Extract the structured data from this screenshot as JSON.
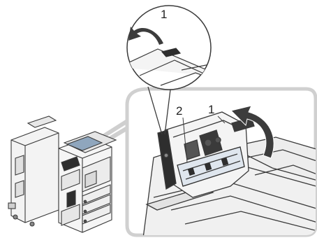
{
  "callouts": {
    "zoom_top_label": "1",
    "detail_arrow_label": "1",
    "detail_cover_label": "2"
  },
  "colors": {
    "line": "#3a3a3a",
    "machine_fill": "#f2f2f2",
    "machine_shade": "#dcdcdc",
    "dark_part": "#2e2e2e",
    "arrow": "#3c3c3c",
    "frame_stroke": "#d0d0d0",
    "highlight": "#8fa6bd"
  },
  "icons": {
    "lift_arrow_small": "curved-up-arrow",
    "lift_arrow_large": "curved-up-arrow"
  }
}
